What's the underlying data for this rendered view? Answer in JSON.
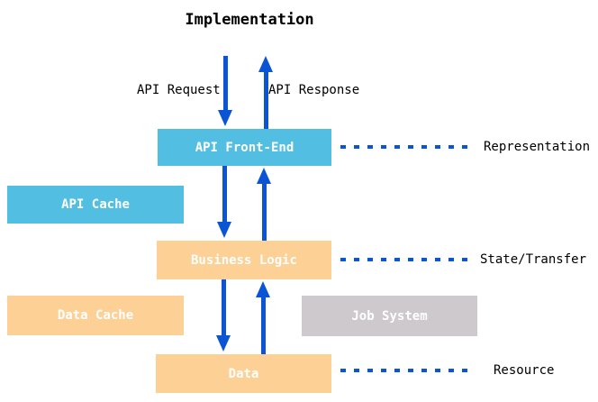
{
  "title": "Implementation",
  "colors": {
    "box_blue": "#52BEE2",
    "box_orange": "#FDD096",
    "box_gray": "#CDC9CD",
    "arrow_blue": "#0B55D4",
    "box_text": "#FFFFFF",
    "label_text": "#000000"
  },
  "flow_labels": {
    "request": "API Request",
    "response": "API Response"
  },
  "boxes": [
    {
      "id": "api-front-end",
      "label": "API Front-End",
      "color": "box_blue"
    },
    {
      "id": "api-cache",
      "label": "API Cache",
      "color": "box_blue"
    },
    {
      "id": "business-logic",
      "label": "Business Logic",
      "color": "box_orange"
    },
    {
      "id": "data-cache",
      "label": "Data Cache",
      "color": "box_orange"
    },
    {
      "id": "job-system",
      "label": "Job System",
      "color": "box_gray"
    },
    {
      "id": "data",
      "label": "Data",
      "color": "box_orange"
    }
  ],
  "layer_labels": {
    "representation": "Representation",
    "state_transfer": "State/Transfer",
    "resource": "Resource"
  }
}
